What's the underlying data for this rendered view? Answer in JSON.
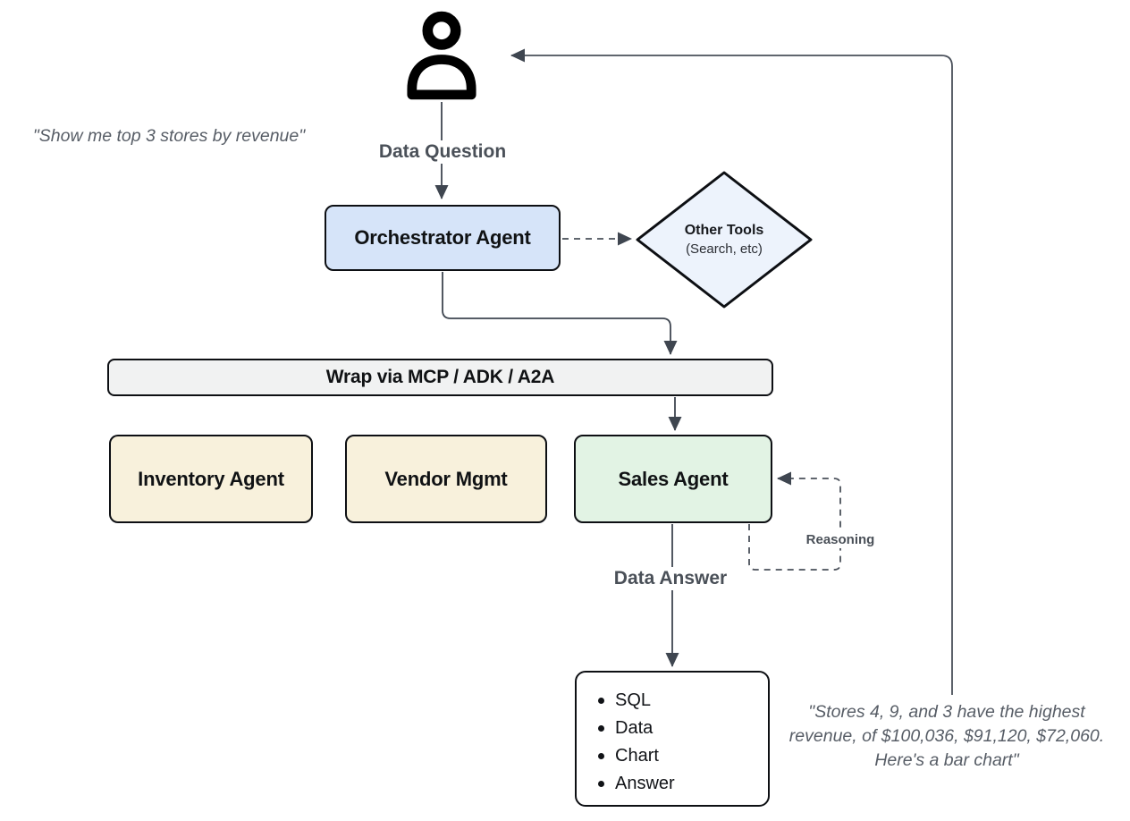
{
  "diagram": {
    "user_quote": "\"Show me top 3 stores by revenue\"",
    "answer_quote_lines": {
      "0": "\"Stores 4, 9, and 3 have the highest",
      "1": "revenue, of $100,036, $91,120, $72,060.",
      "2": "Here's a bar chart\""
    },
    "labels": {
      "data_question": "Data Question",
      "data_answer": "Data Answer",
      "reasoning": "Reasoning"
    },
    "nodes": {
      "orchestrator": "Orchestrator Agent",
      "other_tools_title": "Other Tools",
      "other_tools_sub": "(Search, etc)",
      "wrapper_bar": "Wrap via MCP / ADK / A2A",
      "inventory": "Inventory Agent",
      "vendor": "Vendor Mgmt",
      "sales": "Sales Agent"
    },
    "output_box": {
      "items": {
        "0": "SQL",
        "1": "Data",
        "2": "Chart",
        "3": "Answer"
      }
    },
    "icons": {
      "user": "person-icon"
    },
    "colors": {
      "orchestrator_fill": "#d6e4f9",
      "diamond_fill": "#edf3fc",
      "bar_fill": "#f1f2f2",
      "support_agent_fill": "#f8f1dc",
      "sales_fill": "#e2f3e4",
      "output_fill": "#ffffff",
      "node_border": "#0d0f13",
      "connector": "#3f4650",
      "label_text": "#4a5058",
      "quote_text": "#575d66"
    }
  }
}
